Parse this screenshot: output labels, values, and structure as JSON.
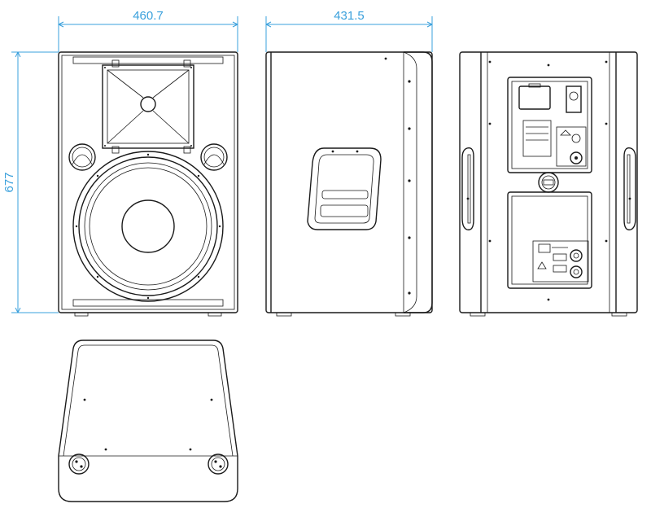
{
  "dimensions": {
    "width": "460.7",
    "depth": "431.5",
    "height": "677"
  },
  "colors": {
    "dimension": "#3aa0dc",
    "line": "#1a1a1a",
    "background": "#ffffff"
  },
  "views": [
    "front-view",
    "side-view",
    "rear-view",
    "top-view"
  ]
}
